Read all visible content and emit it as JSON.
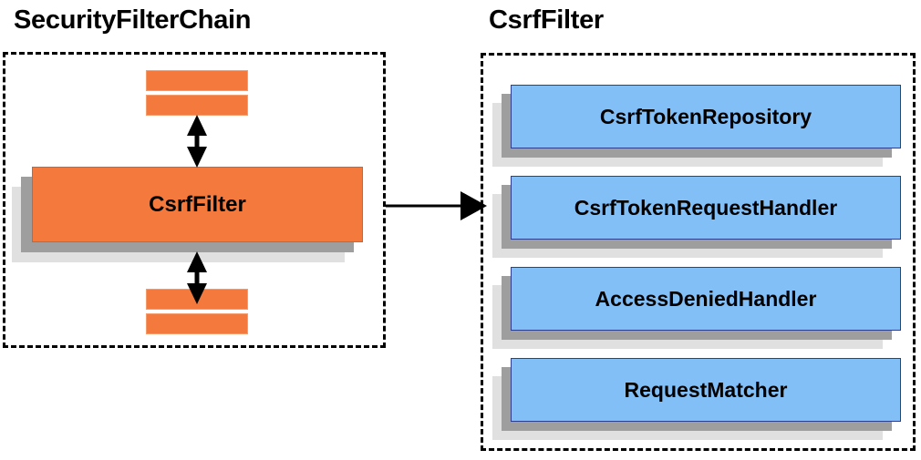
{
  "diagram": {
    "type": "component-relationship-diagram",
    "background_color": "#ffffff",
    "panels": [
      {
        "id": "security-filter-chain",
        "title": "SecurityFilterChain",
        "border_style": "dashed",
        "border_color": "#000000",
        "nodes": [
          {
            "label": "",
            "kind": "stub",
            "color": "#F4793C"
          },
          {
            "label": "",
            "kind": "stub",
            "color": "#F4793C"
          },
          {
            "label": "CsrfFilter",
            "kind": "box",
            "color": "#F4793C"
          },
          {
            "label": "",
            "kind": "stub",
            "color": "#F4793C"
          },
          {
            "label": "",
            "kind": "stub",
            "color": "#F4793C"
          }
        ]
      },
      {
        "id": "csrf-filter",
        "title": "CsrfFilter",
        "border_style": "dashed",
        "border_color": "#000000",
        "nodes": [
          {
            "label": "CsrfTokenRepository",
            "kind": "box",
            "color": "#82BFF7"
          },
          {
            "label": "CsrfTokenRequestHandler",
            "kind": "box",
            "color": "#82BFF7"
          },
          {
            "label": "AccessDeniedHandler",
            "kind": "box",
            "color": "#82BFF7"
          },
          {
            "label": "RequestMatcher",
            "kind": "box",
            "color": "#82BFF7"
          }
        ]
      }
    ],
    "connectors": [
      {
        "id": "csrffilter-to-upstream",
        "style": "double-arrow",
        "orientation": "vertical"
      },
      {
        "id": "csrffilter-to-downstream",
        "style": "double-arrow",
        "orientation": "vertical"
      },
      {
        "id": "chain-to-detail",
        "style": "single-arrow",
        "orientation": "horizontal"
      }
    ],
    "colors": {
      "orange": "#F4793C",
      "orange_border": "#E25B26",
      "blue": "#82BFF7",
      "blue_border": "#2B3F8C",
      "shadow_near": "#9e9e9e",
      "shadow_far": "#e0e0e0",
      "stroke": "#000000"
    }
  }
}
